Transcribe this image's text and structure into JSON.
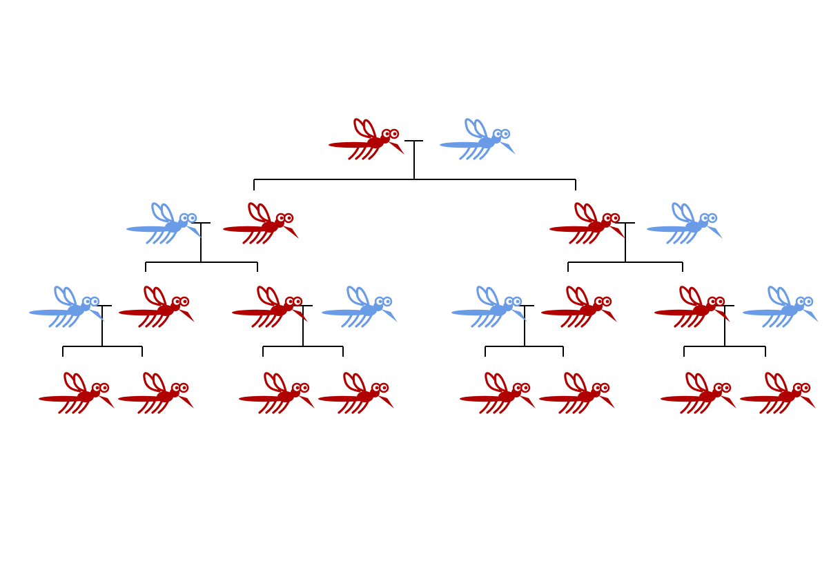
{
  "colors": {
    "red": "#b00000",
    "blue": "#6a9be6",
    "line": "#000000"
  },
  "legend": {},
  "generations": [
    {
      "level": 0,
      "mosquitoes": [
        {
          "id": "g0-m0",
          "color": "red",
          "facing": "right"
        },
        {
          "id": "g0-m1",
          "color": "blue",
          "facing": "right"
        }
      ]
    },
    {
      "level": 1,
      "mosquitoes": [
        {
          "id": "g1-m0",
          "color": "blue",
          "facing": "right"
        },
        {
          "id": "g1-m1",
          "color": "red",
          "facing": "right"
        },
        {
          "id": "g1-m2",
          "color": "red",
          "facing": "right"
        },
        {
          "id": "g1-m3",
          "color": "blue",
          "facing": "right"
        }
      ]
    },
    {
      "level": 2,
      "mosquitoes": [
        {
          "id": "g2-m0",
          "color": "blue",
          "facing": "right"
        },
        {
          "id": "g2-m1",
          "color": "red",
          "facing": "right"
        },
        {
          "id": "g2-m2",
          "color": "red",
          "facing": "right"
        },
        {
          "id": "g2-m3",
          "color": "blue",
          "facing": "right"
        },
        {
          "id": "g2-m4",
          "color": "blue",
          "facing": "right"
        },
        {
          "id": "g2-m5",
          "color": "red",
          "facing": "right"
        },
        {
          "id": "g2-m6",
          "color": "red",
          "facing": "right"
        },
        {
          "id": "g2-m7",
          "color": "blue",
          "facing": "right"
        }
      ]
    },
    {
      "level": 3,
      "mosquitoes": [
        {
          "id": "g3-m0",
          "color": "red",
          "facing": "right"
        },
        {
          "id": "g3-m1",
          "color": "red",
          "facing": "right"
        },
        {
          "id": "g3-m2",
          "color": "red",
          "facing": "right"
        },
        {
          "id": "g3-m3",
          "color": "red",
          "facing": "right"
        },
        {
          "id": "g3-m4",
          "color": "red",
          "facing": "right"
        },
        {
          "id": "g3-m5",
          "color": "red",
          "facing": "right"
        },
        {
          "id": "g3-m6",
          "color": "red",
          "facing": "right"
        },
        {
          "id": "g3-m7",
          "color": "red",
          "facing": "right"
        }
      ]
    }
  ],
  "icon": "mosquito-icon"
}
